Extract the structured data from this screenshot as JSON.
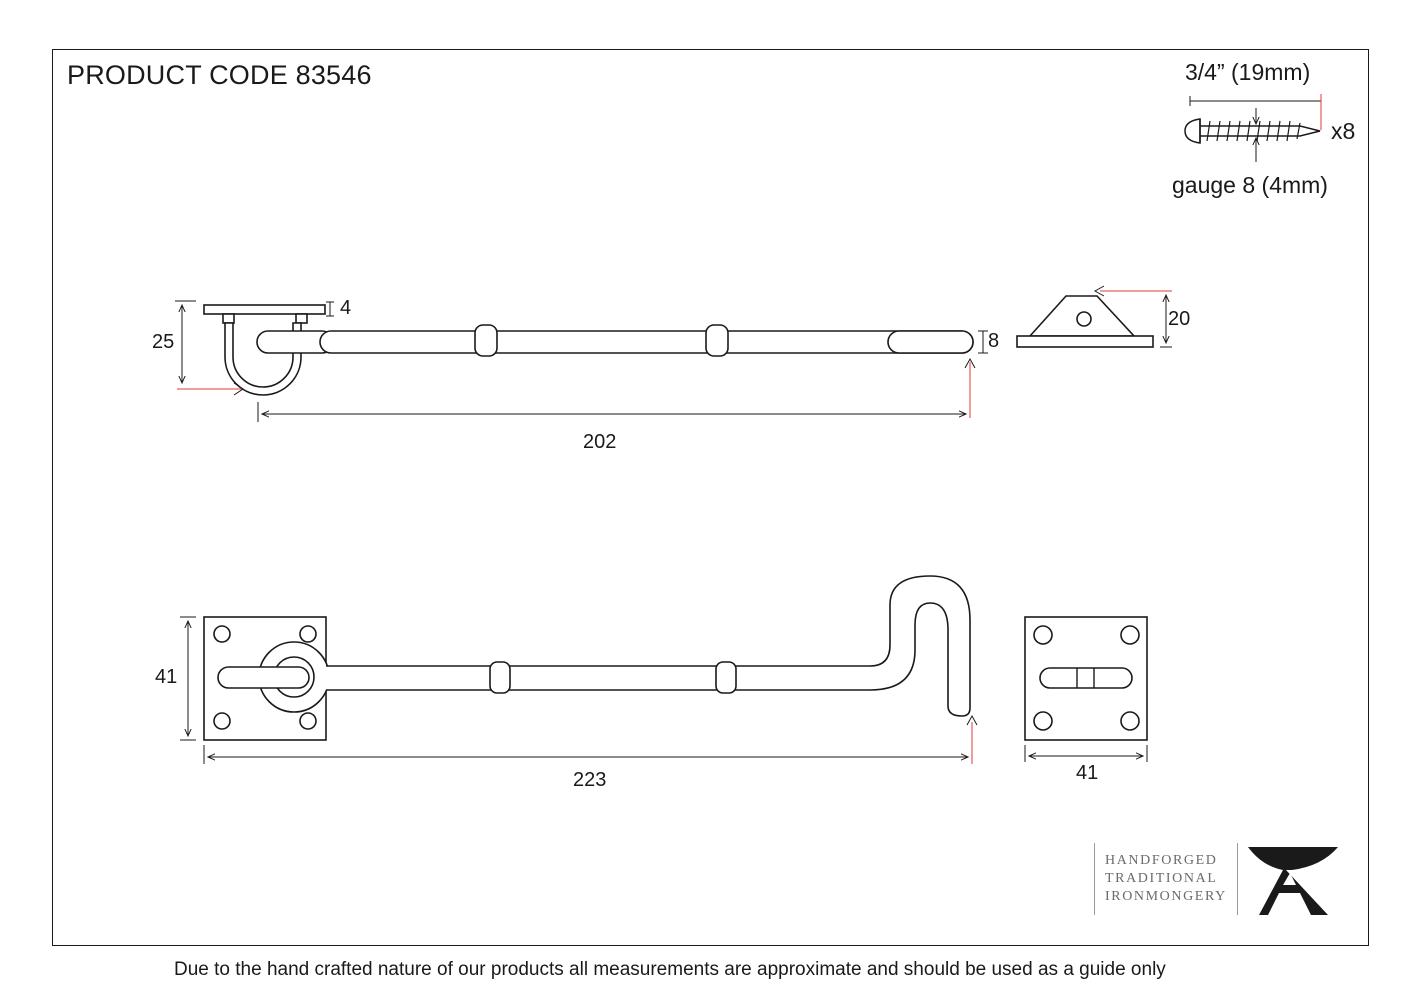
{
  "header": {
    "product_code": "PRODUCT CODE 83546"
  },
  "screw": {
    "length": "3/4” (19mm)",
    "quantity": "x8",
    "gauge": "gauge 8 (4mm)"
  },
  "dimensions": {
    "side_height": "25",
    "plate_thickness": "4",
    "rod_diameter": "8",
    "eye_height": "20",
    "side_length": "202",
    "plate_width": "41",
    "front_length": "223",
    "keep_plate_width": "41"
  },
  "brand": {
    "line1": "HANDFORGED",
    "line2": "TRADITIONAL",
    "line3": "IRONMONGERY",
    "logo_icon": "anvil-icon"
  },
  "footer": {
    "note": "Due to the hand crafted nature of our products all measurements are approximate and should be used as a guide only"
  },
  "colors": {
    "line": "#1a1a1a",
    "dimension_accent": "#e03a3a",
    "brand_grey": "#6b6b6b"
  }
}
